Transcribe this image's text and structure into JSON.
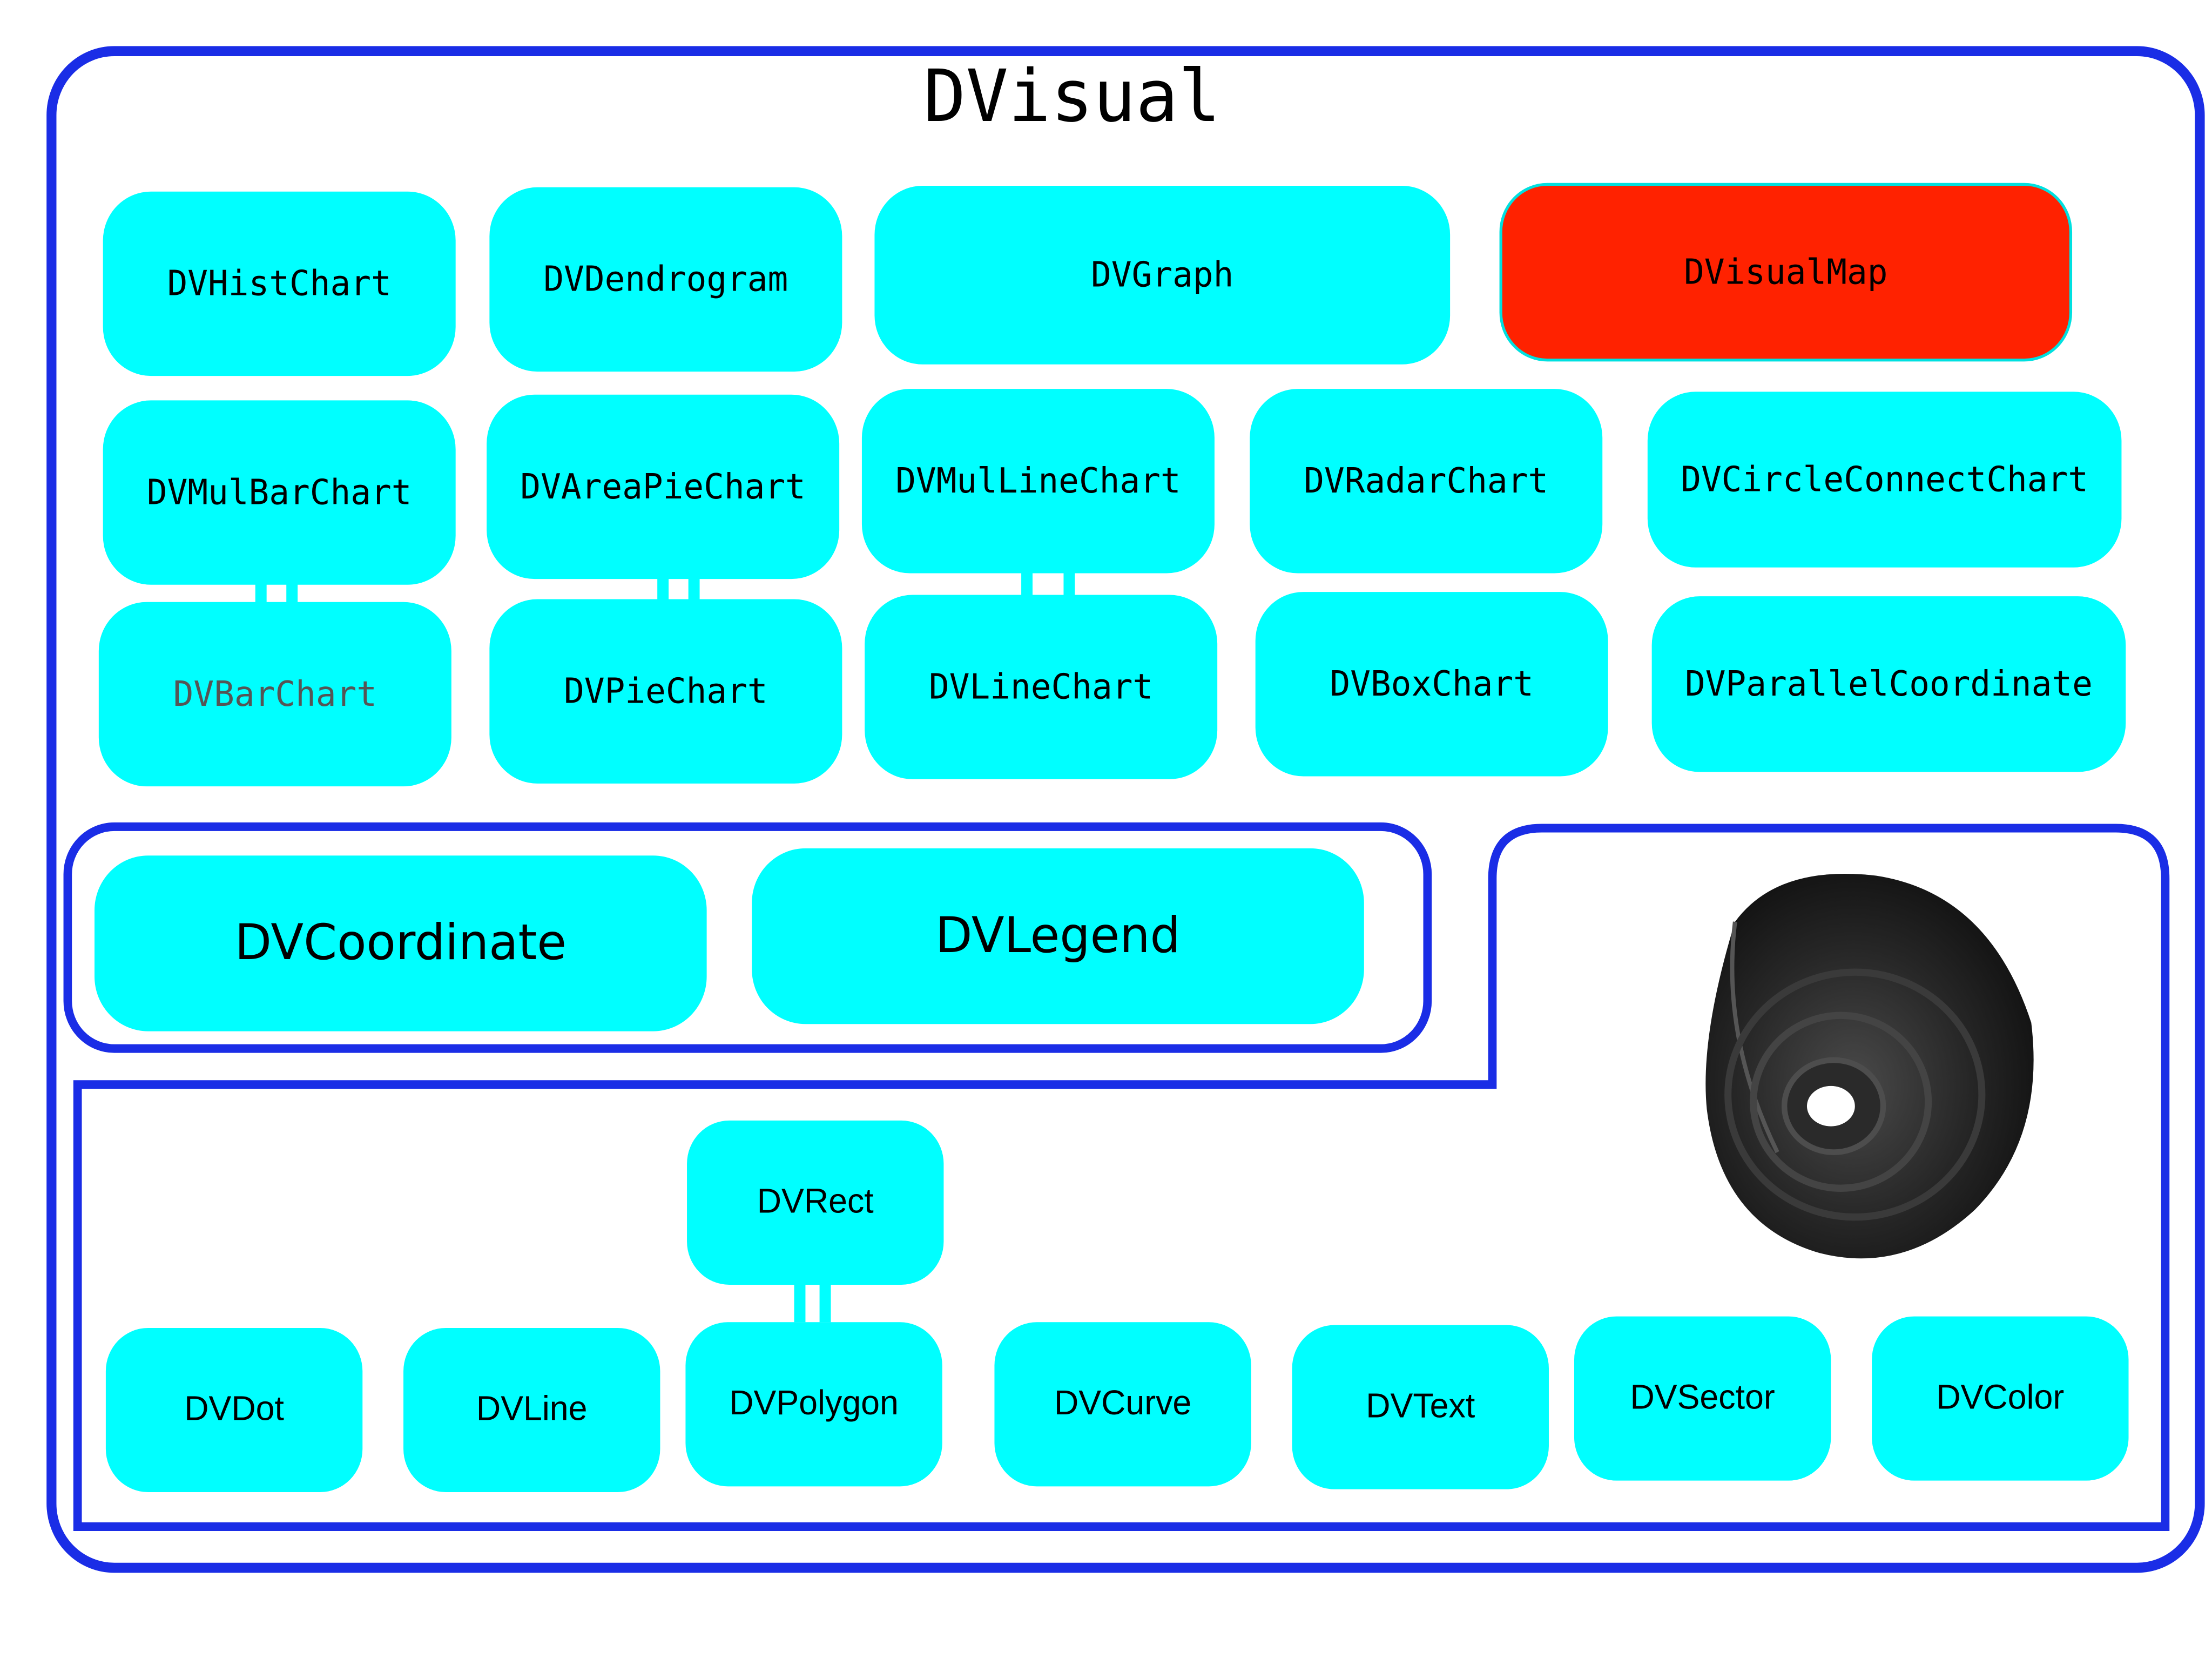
{
  "title": "DVisual",
  "nodes": {
    "hist": "DVHistChart",
    "dendrogram": "DVDendrogram",
    "graph": "DVGraph",
    "visualmap": "DVisualMap",
    "mulbar": "DVMulBarChart",
    "areapie": "DVAreaPieChart",
    "mulline": "DVMulLineChart",
    "radar": "DVRadarChart",
    "circleconnect": "DVCircleConnectChart",
    "bar": "DVBarChart",
    "pie": "DVPieChart",
    "line_chart": "DVLineChart",
    "box": "DVBoxChart",
    "parallel": "DVParallelCoordinate",
    "coordinate": "DVCoordinate",
    "legend": "DVLegend",
    "rect": "DVRect",
    "dot": "DVDot",
    "line": "DVLine",
    "polygon": "DVPolygon",
    "curve": "DVCurve",
    "text": "DVText",
    "sector": "DVSector",
    "color": "DVColor"
  },
  "colors": {
    "node_fill": "#00ffff",
    "highlight_fill": "#ff2200",
    "frame_stroke": "#1a2de6"
  }
}
